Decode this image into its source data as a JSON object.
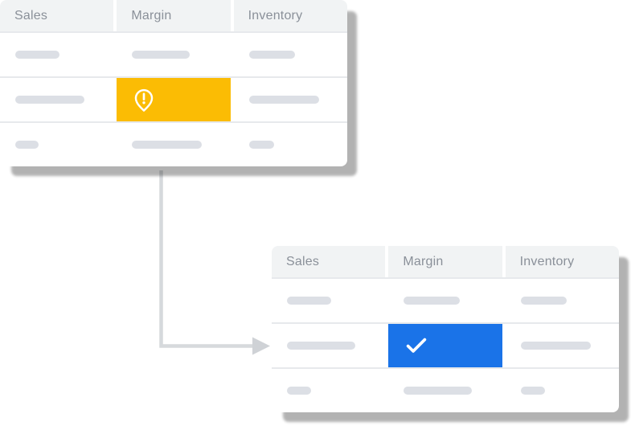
{
  "illustration": {
    "description": "before-and-after table comparison: warning on Margin cell resolved to a checkmark",
    "colors": {
      "page_bg": "#ffffff",
      "card_bg": "#ffffff",
      "header_bg": "#F1F3F4",
      "header_text": "#8A9099",
      "separator": "#E7E9EC",
      "pill": "#DCDFE5",
      "warning_yellow": "#FBBC04",
      "resolved_blue": "#1A73E8",
      "icon_white": "#FFFFFF",
      "shadow": "rgba(0,0,0,0.30)",
      "arrow_line": "#D6D9DC",
      "arrow_head": "#CFD2D6"
    },
    "tables": [
      {
        "id": "before",
        "columns": [
          "Sales",
          "Margin",
          "Inventory"
        ],
        "rows": [
          [
            {
              "type": "pill",
              "width": 55
            },
            {
              "type": "pill",
              "width": 72
            },
            {
              "type": "pill",
              "width": 57
            }
          ],
          [
            {
              "type": "pill",
              "width": 86
            },
            {
              "type": "highlight",
              "state": "warning",
              "icon": "alert-pin-icon",
              "color": "#FBBC04"
            },
            {
              "type": "pill",
              "width": 87
            }
          ],
          [
            {
              "type": "pill",
              "width": 29
            },
            {
              "type": "pill",
              "width": 87
            },
            {
              "type": "pill",
              "width": 31
            }
          ]
        ]
      },
      {
        "id": "after",
        "columns": [
          "Sales",
          "Margin",
          "Inventory"
        ],
        "rows": [
          [
            {
              "type": "pill",
              "width": 55
            },
            {
              "type": "pill",
              "width": 70
            },
            {
              "type": "pill",
              "width": 57
            }
          ],
          [
            {
              "type": "pill",
              "width": 85
            },
            {
              "type": "highlight",
              "state": "resolved",
              "icon": "checkmark-icon",
              "color": "#1A73E8"
            },
            {
              "type": "pill",
              "width": 87
            }
          ],
          [
            {
              "type": "pill",
              "width": 30
            },
            {
              "type": "pill",
              "width": 85
            },
            {
              "type": "pill",
              "width": 30
            }
          ]
        ]
      }
    ],
    "arrow": {
      "meaning": "flow from before-table Margin column to after-table highlighted row",
      "line_color": "#D6D9DC",
      "head_color": "#CFD2D6"
    }
  }
}
